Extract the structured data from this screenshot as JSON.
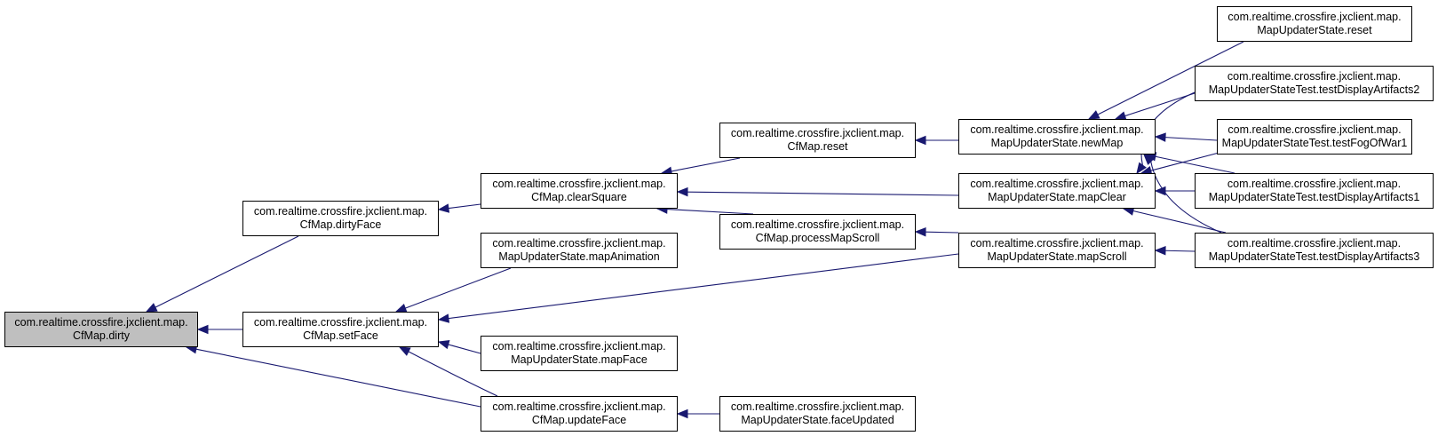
{
  "colors": {
    "edge": "#191970",
    "root_fill": "#bfbfbf",
    "node_fill": "#ffffff",
    "border": "#000000"
  },
  "nodes": [
    {
      "id": "dirty",
      "root": true,
      "line1": "com.realtime.crossfire.jxclient.map.",
      "line2": "CfMap.dirty"
    },
    {
      "id": "dirtyFace",
      "line1": "com.realtime.crossfire.jxclient.map.",
      "line2": "CfMap.dirtyFace"
    },
    {
      "id": "setFace",
      "line1": "com.realtime.crossfire.jxclient.map.",
      "line2": "CfMap.setFace"
    },
    {
      "id": "clearSquare",
      "line1": "com.realtime.crossfire.jxclient.map.",
      "line2": "CfMap.clearSquare"
    },
    {
      "id": "mapAnimation",
      "line1": "com.realtime.crossfire.jxclient.map.",
      "line2": "MapUpdaterState.mapAnimation"
    },
    {
      "id": "mapFace",
      "line1": "com.realtime.crossfire.jxclient.map.",
      "line2": "MapUpdaterState.mapFace"
    },
    {
      "id": "updateFace",
      "line1": "com.realtime.crossfire.jxclient.map.",
      "line2": "CfMap.updateFace"
    },
    {
      "id": "cfReset",
      "line1": "com.realtime.crossfire.jxclient.map.",
      "line2": "CfMap.reset"
    },
    {
      "id": "processMapScroll",
      "line1": "com.realtime.crossfire.jxclient.map.",
      "line2": "CfMap.processMapScroll"
    },
    {
      "id": "faceUpdated",
      "line1": "com.realtime.crossfire.jxclient.map.",
      "line2": "MapUpdaterState.faceUpdated"
    },
    {
      "id": "newMap",
      "line1": "com.realtime.crossfire.jxclient.map.",
      "line2": "MapUpdaterState.newMap"
    },
    {
      "id": "mapClear",
      "line1": "com.realtime.crossfire.jxclient.map.",
      "line2": "MapUpdaterState.mapClear"
    },
    {
      "id": "mapScroll",
      "line1": "com.realtime.crossfire.jxclient.map.",
      "line2": "MapUpdaterState.mapScroll"
    },
    {
      "id": "musReset",
      "line1": "com.realtime.crossfire.jxclient.map.",
      "line2": "MapUpdaterState.reset"
    },
    {
      "id": "testDA2",
      "line1": "com.realtime.crossfire.jxclient.map.",
      "line2": "MapUpdaterStateTest.testDisplayArtifacts2"
    },
    {
      "id": "testFog",
      "line1": "com.realtime.crossfire.jxclient.map.",
      "line2": "MapUpdaterStateTest.testFogOfWar1"
    },
    {
      "id": "testDA1",
      "line1": "com.realtime.crossfire.jxclient.map.",
      "line2": "MapUpdaterStateTest.testDisplayArtifacts1"
    },
    {
      "id": "testDA3",
      "line1": "com.realtime.crossfire.jxclient.map.",
      "line2": "MapUpdaterStateTest.testDisplayArtifacts3"
    }
  ],
  "edges": [
    {
      "from": "dirtyFace",
      "to": "dirty"
    },
    {
      "from": "setFace",
      "to": "dirty"
    },
    {
      "from": "updateFace",
      "to": "dirty"
    },
    {
      "from": "clearSquare",
      "to": "dirtyFace"
    },
    {
      "from": "mapAnimation",
      "to": "setFace"
    },
    {
      "from": "mapFace",
      "to": "setFace"
    },
    {
      "from": "updateFace",
      "to": "setFace"
    },
    {
      "from": "mapScroll",
      "to": "setFace"
    },
    {
      "from": "cfReset",
      "to": "clearSquare"
    },
    {
      "from": "processMapScroll",
      "to": "clearSquare"
    },
    {
      "from": "mapClear",
      "to": "clearSquare"
    },
    {
      "from": "faceUpdated",
      "to": "updateFace"
    },
    {
      "from": "newMap",
      "to": "cfReset"
    },
    {
      "from": "mapScroll",
      "to": "processMapScroll"
    },
    {
      "from": "musReset",
      "to": "newMap"
    },
    {
      "from": "testDA2",
      "to": "newMap"
    },
    {
      "from": "testFog",
      "to": "newMap"
    },
    {
      "from": "testDA1",
      "to": "newMap"
    },
    {
      "from": "testDA3",
      "to": "newMap"
    },
    {
      "from": "testDA2",
      "to": "mapClear"
    },
    {
      "from": "testFog",
      "to": "mapClear"
    },
    {
      "from": "testDA1",
      "to": "mapClear"
    },
    {
      "from": "testDA3",
      "to": "mapClear"
    },
    {
      "from": "testDA3",
      "to": "mapScroll"
    }
  ]
}
